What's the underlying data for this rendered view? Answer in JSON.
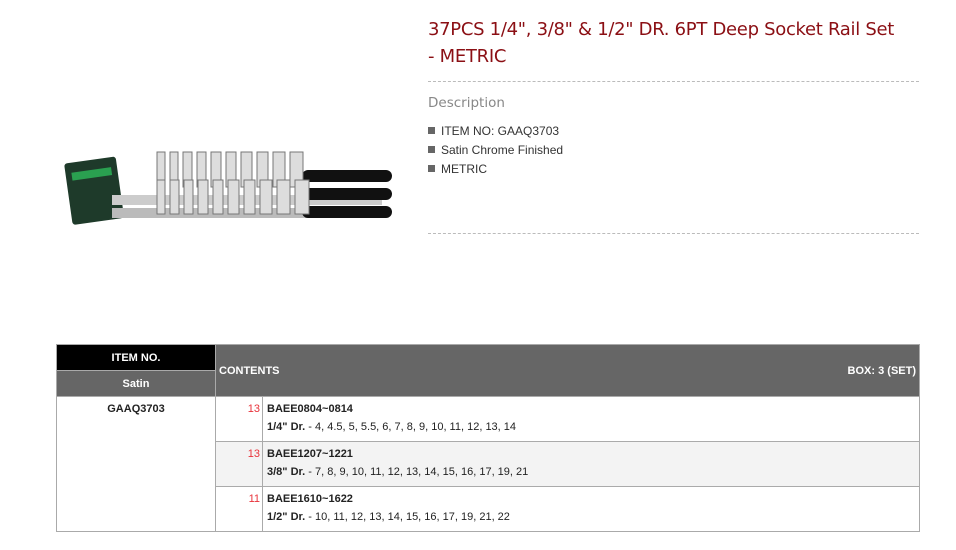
{
  "product": {
    "title": "37PCS 1/4\", 3/8\" & 1/2\" DR. 6PT Deep Socket Rail Set - METRIC",
    "description_label": "Description",
    "features": [
      "ITEM NO: GAAQ3703",
      "Satin Chrome Finished",
      "METRIC"
    ]
  },
  "table": {
    "item_header": "ITEM NO.",
    "finish_header": "Satin",
    "contents_header": "CONTENTS",
    "box_label": "BOX: 3 (SET)",
    "item_no": "GAAQ3703",
    "rows": [
      {
        "count": "13",
        "code": "BAEE0804~0814",
        "drive": "1/4\" Dr.",
        "sizes": " - 4, 4.5, 5, 5.5, 6, 7, 8, 9, 10, 11, 12, 13, 14"
      },
      {
        "count": "13",
        "code": "BAEE1207~1221",
        "drive": "3/8\" Dr.",
        "sizes": " - 7, 8, 9, 10, 11, 12, 13, 14, 15, 16, 17, 19, 21"
      },
      {
        "count": "11",
        "code": "BAEE1610~1622",
        "drive": "1/2\" Dr.",
        "sizes": " - 10, 11, 12, 13, 14, 15, 16, 17, 19, 21, 22"
      }
    ]
  }
}
